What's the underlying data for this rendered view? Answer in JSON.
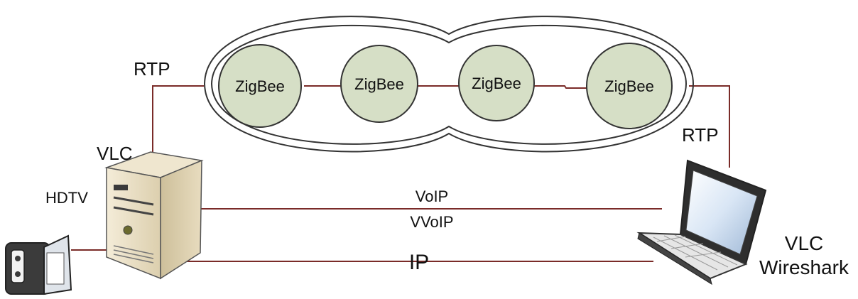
{
  "diagram": {
    "labels": {
      "rtp_left": "RTP",
      "rtp_right": "RTP",
      "vlc_server": "VLC",
      "hdtv": "HDTV",
      "voip": "VoIP",
      "vvoip": "VVoIP",
      "ip": "IP",
      "vlc_laptop": "VLC",
      "wireshark": "Wireshark"
    },
    "zigbee_nodes": [
      {
        "label": "ZigBee"
      },
      {
        "label": "ZigBee"
      },
      {
        "label": "ZigBee"
      },
      {
        "label": "ZigBee"
      }
    ],
    "colors": {
      "link": "#7a2b28",
      "node_fill": "#d6dfc6",
      "node_stroke": "#333333",
      "cloud_stroke": "#333333"
    }
  }
}
